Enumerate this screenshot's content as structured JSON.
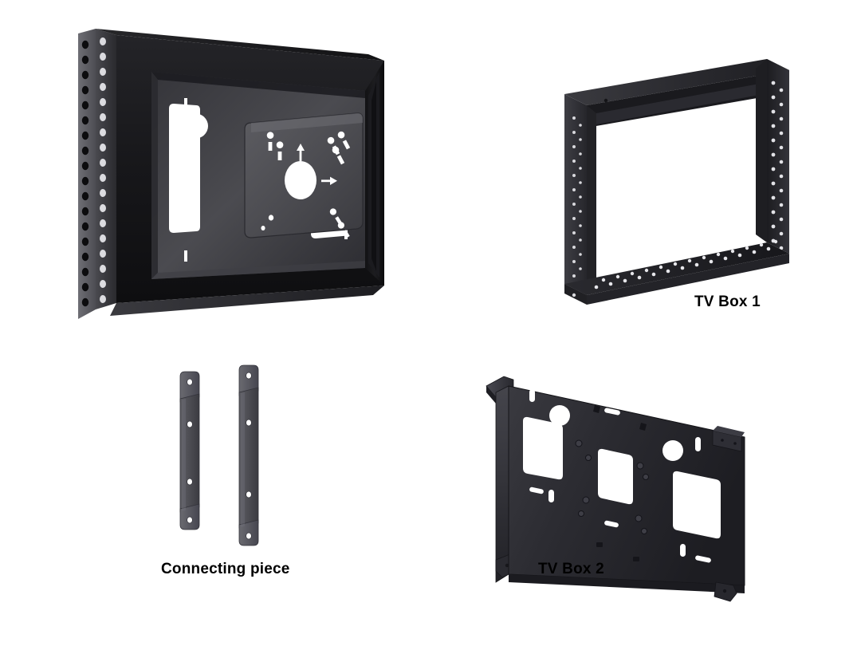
{
  "page": {
    "background_color": "#ffffff",
    "title": "TV mount enclosure component overview",
    "description": "Exploded technical product illustration of a TV enclosure kit: a main wall enclosure with VESA mounting plate, an open rectangular frame (TV Box 1), two connecting brackets, and a flat perforated mounting plate (TV Box 2)."
  },
  "palette": {
    "background": "#ffffff",
    "bezel_dark": "#1e1e20",
    "bezel_shadow": "#101012",
    "plate_gray": "#515153",
    "plate_gray_light": "#6a6a6d",
    "plate_gray_dark": "#3c3c3e",
    "frame_body": "#2d2d30",
    "frame_edge": "#45454a",
    "bracket_gray": "#55555a",
    "bracket_gray_dark": "#3f3f44",
    "hole_white": "#ffffff",
    "label_text": "#000000"
  },
  "labels": {
    "tv_box_1": "TV Box 1",
    "connecting_piece": "Connecting piece",
    "tv_box_2": "TV Box 2"
  },
  "parts": [
    {
      "id": "enclosure",
      "name": "Main TV enclosure",
      "caption": "",
      "features": [
        "outer dark bezel frame",
        "recessed interior cavity",
        "central VESA mounting plate",
        "two side ventilation cutouts",
        "two circular access holes",
        "keyhole slot groups",
        "large circular cable pass-through",
        "up arrow orientation marker",
        "right arrow orientation marker",
        "double column of ventilation holes on left side panel"
      ]
    },
    {
      "id": "tv_box_1",
      "name": "TV Box 1",
      "caption": "TV Box 1",
      "features": [
        "open rectangular frame",
        "hollow center opening",
        "perforated inner right flange",
        "perforated inner bottom flange",
        "perforated inner left flange",
        "depth side wall visible"
      ]
    },
    {
      "id": "connecting_piece",
      "name": "Connecting piece",
      "caption": "Connecting piece",
      "quantity": 2,
      "features": [
        "elongated flat bracket",
        "stepped offset ends",
        "four mounting holes per bracket"
      ]
    },
    {
      "id": "tv_box_2",
      "name": "TV Box 2",
      "caption": "TV Box 2",
      "features": [
        "flat perforated mounting plate",
        "three large square cutouts",
        "two circular access holes",
        "multiple slotted vents",
        "folded left edge flange with tabs",
        "folded bottom edge flange with tabs",
        "VESA screw boss pattern"
      ]
    }
  ]
}
